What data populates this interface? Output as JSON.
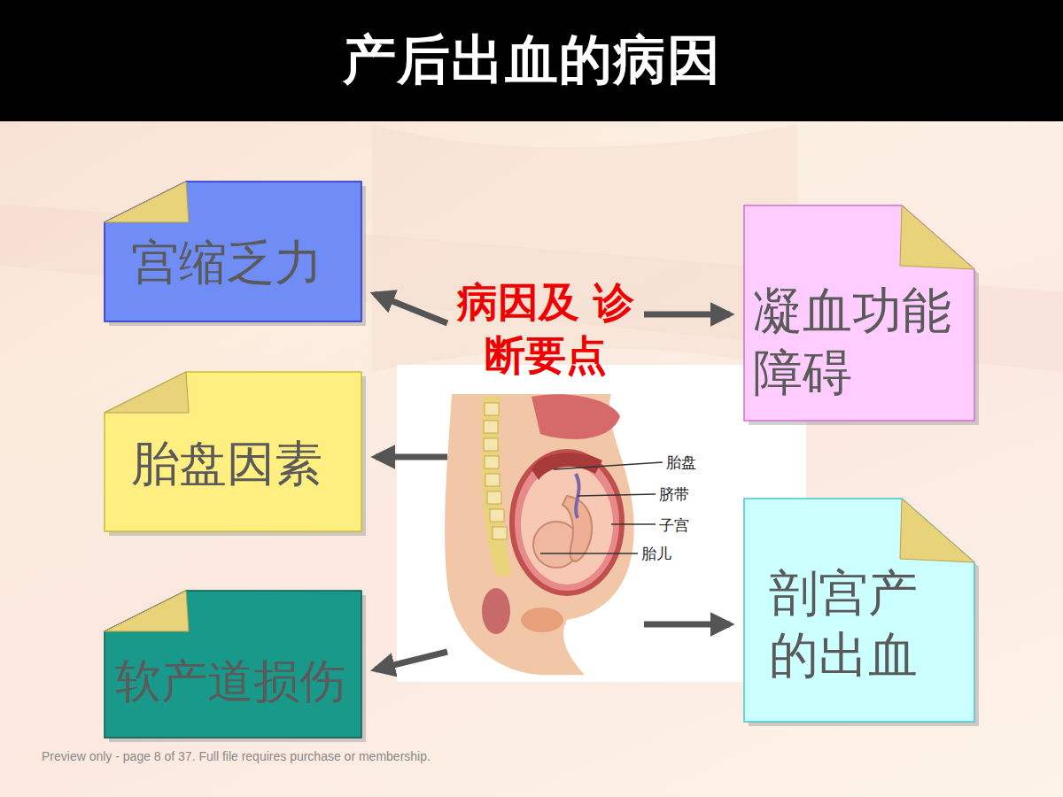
{
  "diagram": {
    "title": "产后出血的病因",
    "nodes": [
      {
        "text": [
          "宫缩乏力"
        ]
      },
      {
        "text": [
          "病因及 诊断要点"
        ]
      },
      {
        "text": [
          "凝血功能障碍"
        ]
      },
      {
        "text": [
          "胎盘因素"
        ]
      },
      {
        "text": [
          "软产道损伤"
        ]
      },
      {
        "text": [
          "剖宫产的出血"
        ]
      }
    ],
    "edges": [
      {
        "from": 1,
        "to": 0,
        "arrow": "to"
      },
      {
        "from": 1,
        "to": 2,
        "arrow": "to"
      },
      {
        "from": 1,
        "to": 3,
        "arrow": "to"
      },
      {
        "from": 1,
        "to": 4,
        "arrow": "to"
      },
      {
        "from": 1,
        "to": 5,
        "arrow": "to"
      }
    ],
    "labels": [
      "胎盘",
      "脐带",
      "子宫",
      "胎儿",
      "Preview only - page 8 of 37. Full file requires purchase or membership."
    ]
  }
}
